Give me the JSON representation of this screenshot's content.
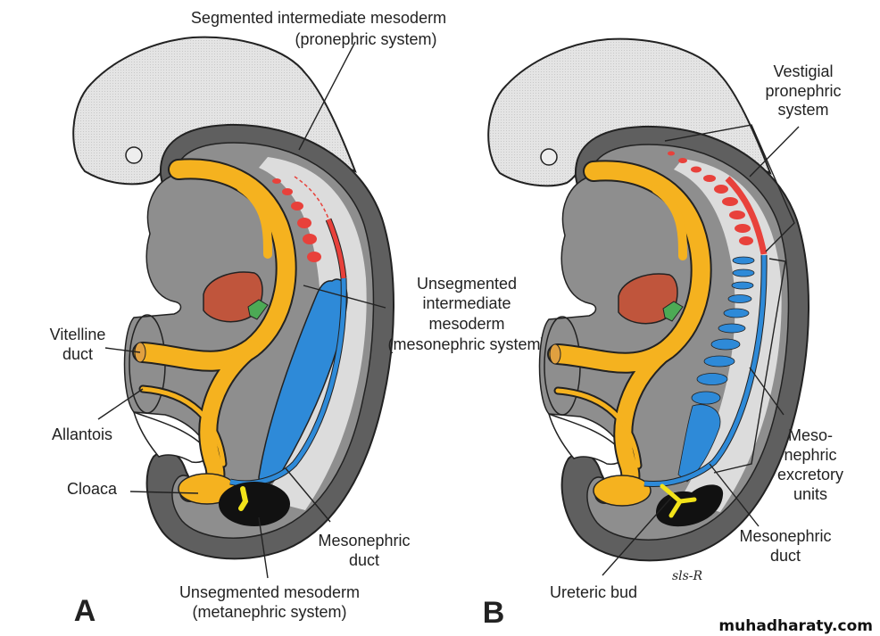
{
  "colors": {
    "gut": "#f5b21f",
    "pronephros": "#e8413b",
    "mesonephros": "#2e8ad8",
    "metanephros": "#111111",
    "liver": "#c0553c",
    "ureteric_bud": "#f2e31a"
  },
  "panel_a": {
    "letter": "A",
    "labels": {
      "segmented_1": "Segmented intermediate mesoderm",
      "segmented_2": "(pronephric system)",
      "vitelline_1": "Vitelline",
      "vitelline_2": "duct",
      "allantois": "Allantois",
      "cloaca": "Cloaca",
      "unseg_int_1": "Unsegmented",
      "unseg_int_2": "intermediate",
      "unseg_int_3": "mesoderm",
      "unseg_int_4": "(mesonephric system)",
      "meso_duct_1": "Mesonephric",
      "meso_duct_2": "duct",
      "unseg_meso_1": "Unsegmented mesoderm",
      "unseg_meso_2": "(metanephric system)"
    }
  },
  "panel_b": {
    "letter": "B",
    "labels": {
      "vestigial_1": "Vestigial",
      "vestigial_2": "pronephric",
      "vestigial_3": "system",
      "excretory_1": "Meso-",
      "excretory_2": "nephric",
      "excretory_3": "excretory",
      "excretory_4": "units",
      "meso_duct_1": "Mesonephric",
      "meso_duct_2": "duct",
      "ureteric": "Ureteric bud"
    }
  },
  "signature": "sls-R",
  "watermark": "muhadharaty.com"
}
